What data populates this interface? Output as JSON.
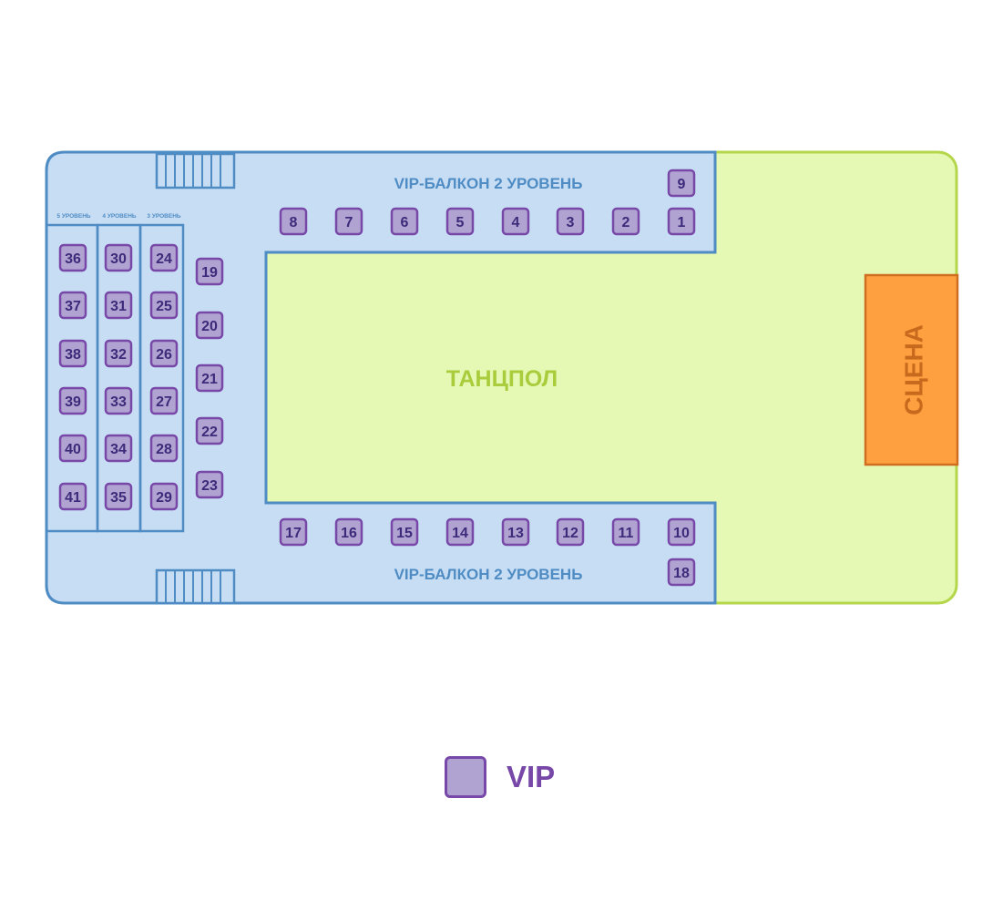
{
  "colors": {
    "balcony_fill": "#c7ddf4",
    "balcony_stroke": "#4f8cc4",
    "dancefloor_fill": "#e5f9b4",
    "dancefloor_stroke": "#b4d64a",
    "dancefloor_text": "#a8cc3c",
    "stage_fill": "#ffa040",
    "stage_stroke": "#cf6e20",
    "stage_text": "#c86a1e",
    "balcony_text": "#4f8cc4",
    "table_fill": "#b1a3d1",
    "table_stroke": "#7848a8",
    "table_text": "#3d2a7a",
    "legend_text": "#7848a8"
  },
  "zones": {
    "balcony_top_label": "VIP-БАЛКОН 2 УРОВЕНЬ",
    "balcony_bottom_label": "VIP-БАЛКОН 2 УРОВЕНЬ",
    "dancefloor_label": "ТАНЦПОЛ",
    "stage_label": "СЦЕНА",
    "level_5_label": "5 УРОВЕНЬ",
    "level_4_label": "4 УРОВЕНЬ",
    "level_3_label": "3 УРОВЕНЬ"
  },
  "tables": {
    "top_row": [
      "8",
      "7",
      "6",
      "5",
      "4",
      "3",
      "2",
      "1"
    ],
    "top_extra": "9",
    "bottom_row": [
      "17",
      "16",
      "15",
      "14",
      "13",
      "12",
      "11",
      "10"
    ],
    "bottom_extra": "18",
    "middle_column": [
      "19",
      "20",
      "21",
      "22",
      "23"
    ],
    "level_3_column": [
      "24",
      "25",
      "26",
      "27",
      "28",
      "29"
    ],
    "level_4_column": [
      "30",
      "31",
      "32",
      "33",
      "34",
      "35"
    ],
    "level_5_column": [
      "36",
      "37",
      "38",
      "39",
      "40",
      "41"
    ]
  },
  "legend": {
    "vip_label": "VIP"
  }
}
